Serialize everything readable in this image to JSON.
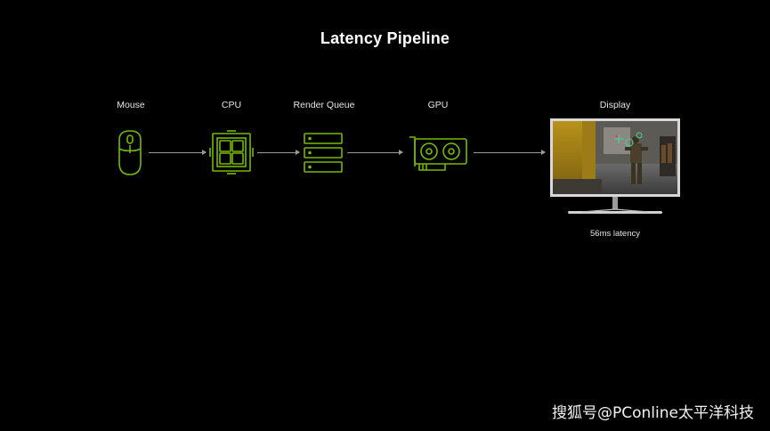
{
  "title": "Latency Pipeline",
  "stages": {
    "mouse": "Mouse",
    "cpu": "CPU",
    "render_queue": "Render Queue",
    "gpu": "GPU",
    "display": "Display"
  },
  "latency_text": "56ms latency",
  "watermark": "搜狐号@PConline太平洋科技",
  "colors": {
    "background": "#000000",
    "icon_green": "#76b900",
    "arrow": "#9a9a9a"
  },
  "icons": [
    "mouse-icon",
    "cpu-icon",
    "render-queue-icon",
    "gpu-icon",
    "display-monitor-icon"
  ]
}
